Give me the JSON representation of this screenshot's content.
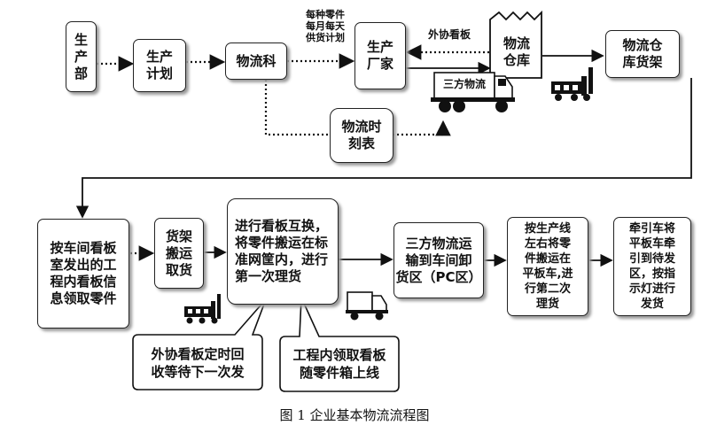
{
  "nodes": {
    "production_dept": "生\n产\n部",
    "production_plan": "生产\n计划",
    "logistics_dept": "物流科",
    "supplier": "生产\n厂家",
    "warehouse": "物流\n仓库",
    "warehouse_shelf": "物流仓\n库货架",
    "third_party_truck": "三方物流",
    "schedule": "物流时\n刻表",
    "workshop_kanban": "按车间看板\n室发出的工\n程内看板信\n息领取零件",
    "shelf_pick": "货架\n搬运\n取货",
    "kanban_exchange": "进行看板互换，\n将零件搬运在标\n准网筐内，进行\n第一次理货",
    "transport_to_pc": "三方物流运\n输到车间卸\n货区（PC区）",
    "second_sort": "按生产线\n左右将零\n件搬运在\n平板车,进\n行第二次\n理货",
    "tractor_dispatch": "牵引车将\n平板车牵\n引到待发\n区，按指\n示灯进行\n发货"
  },
  "labels": {
    "daily_plan": "每种零件\n每月每天\n供货计划",
    "external_kanban": "外协看板"
  },
  "callouts": {
    "external_return": "外协看板定时回\n收等待下一次发",
    "internal_kanban": "工程内领取看板\n随零件箱上线"
  },
  "caption": "图 1  企业基本物流流程图"
}
